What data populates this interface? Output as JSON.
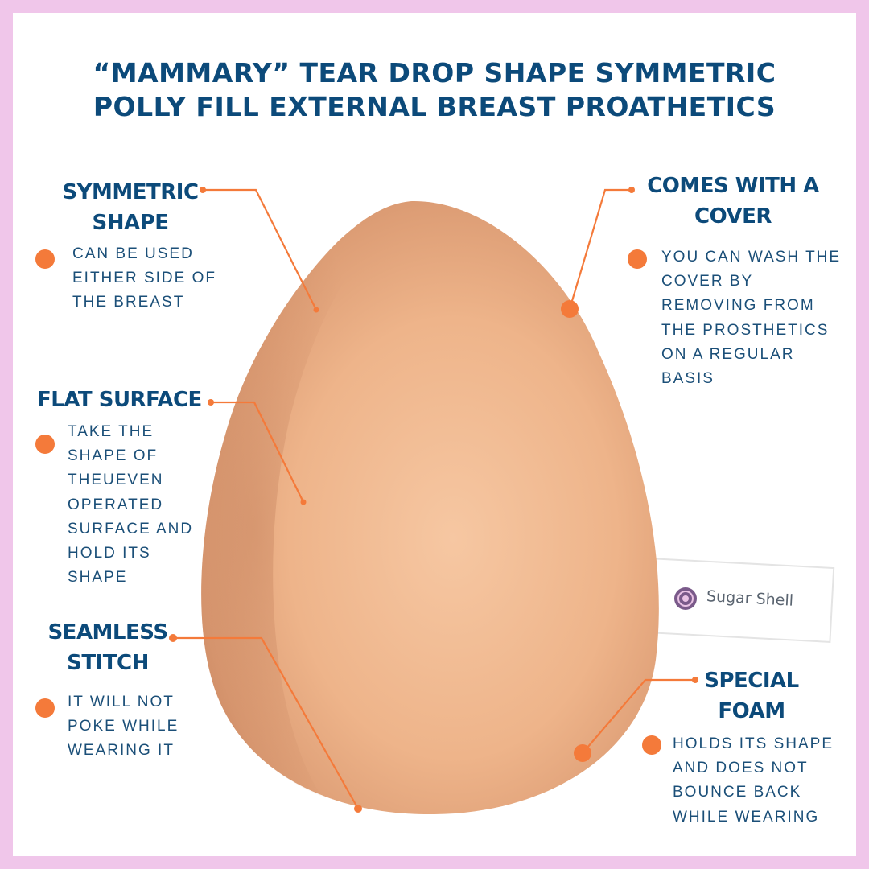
{
  "title": {
    "line1": "“MAMMARY” TEAR DROP SHAPE SYMMETRIC",
    "line2": "POLLY FILL EXTERNAL BREAST PROATHETICS"
  },
  "features": {
    "symmetric": {
      "heading": [
        "SYMMETRIC",
        "SHAPE"
      ],
      "desc": [
        "CAN BE USED",
        "EITHER SIDE OF",
        "THE BREAST"
      ]
    },
    "flat": {
      "heading": [
        "FLAT SURFACE"
      ],
      "desc": [
        "TAKE THE",
        "SHAPE OF",
        "THEUEVEN",
        "OPERATED",
        "SURFACE AND",
        "HOLD ITS",
        "SHAPE"
      ]
    },
    "seamless": {
      "heading": [
        "SEAMLESS",
        "STITCH"
      ],
      "desc": [
        "IT WILL NOT",
        "POKE WHILE",
        "WEARING IT"
      ]
    },
    "cover": {
      "heading": [
        "COMES WITH A",
        "COVER"
      ],
      "desc": [
        "YOU CAN WASH THE",
        "COVER BY",
        "REMOVING FROM",
        "THE PROSTHETICS",
        "ON A REGULAR",
        "BASIS"
      ]
    },
    "foam": {
      "heading": [
        "SPECIAL",
        "FOAM"
      ],
      "desc": [
        "HOLDS ITS SHAPE",
        "AND DOES NOT",
        "BOUNCE BACK",
        "WHILE WEARING"
      ]
    }
  },
  "product": {
    "tag_brand": "Sugar Shell",
    "brand_logo_icon": "swirl-logo-icon"
  },
  "colors": {
    "border": "#f0c6ea",
    "heading": "#0c4a7a",
    "accent": "#f47a3a",
    "fabric": "#f0b98f"
  }
}
